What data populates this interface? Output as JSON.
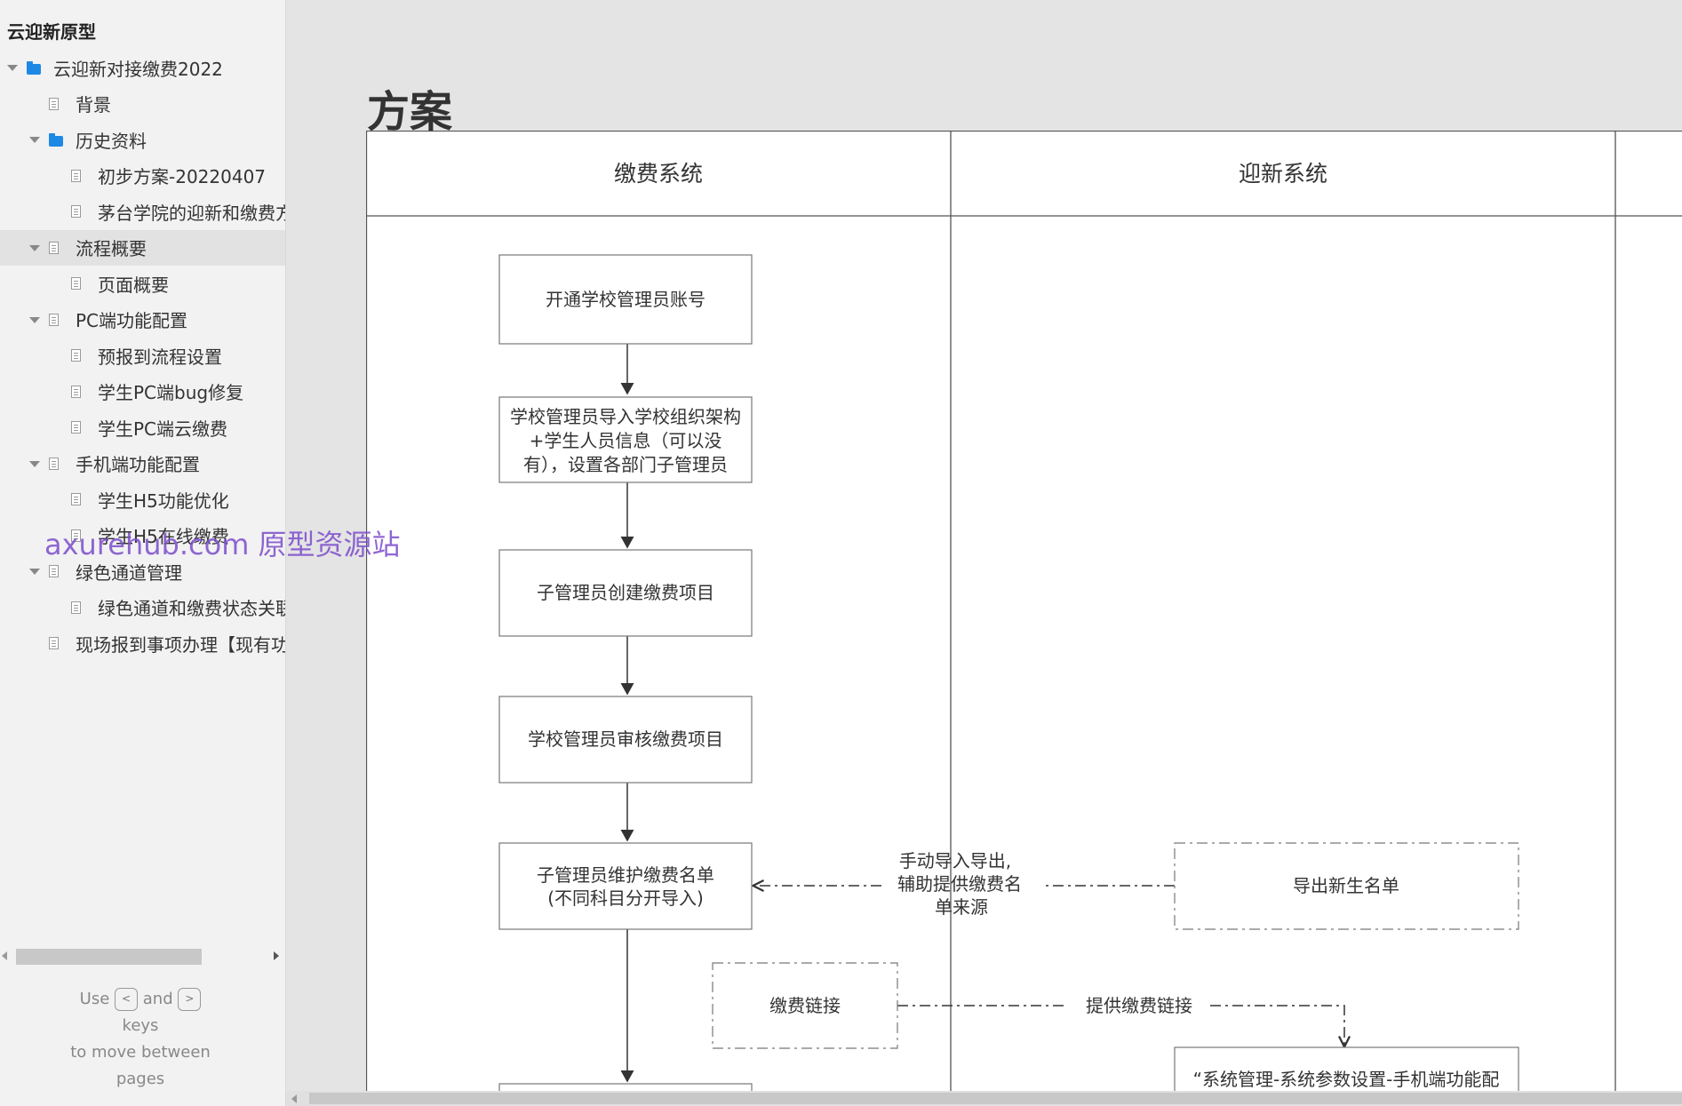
{
  "sidebar": {
    "project_title": "云迎新原型",
    "tree": [
      {
        "label": "云迎新对接缴费2022",
        "type": "folder",
        "level": 0,
        "expanded": true
      },
      {
        "label": "背景",
        "type": "page",
        "level": 1,
        "expanded": false
      },
      {
        "label": "历史资料",
        "type": "folder",
        "level": 1,
        "expanded": true
      },
      {
        "label": "初步方案-20220407",
        "type": "page",
        "level": 2,
        "expanded": false
      },
      {
        "label": "茅台学院的迎新和缴费方案",
        "type": "page",
        "level": 2,
        "expanded": false
      },
      {
        "label": "流程概要",
        "type": "page",
        "level": 1,
        "expanded": true,
        "selected": true
      },
      {
        "label": "页面概要",
        "type": "page",
        "level": 2,
        "expanded": false
      },
      {
        "label": "PC端功能配置",
        "type": "page",
        "level": 1,
        "expanded": true
      },
      {
        "label": "预报到流程设置",
        "type": "page",
        "level": 2,
        "expanded": false
      },
      {
        "label": "学生PC端bug修复",
        "type": "page",
        "level": 2,
        "expanded": false
      },
      {
        "label": "学生PC端云缴费",
        "type": "page",
        "level": 2,
        "expanded": false
      },
      {
        "label": "手机端功能配置",
        "type": "page",
        "level": 1,
        "expanded": true
      },
      {
        "label": "学生H5功能优化",
        "type": "page",
        "level": 2,
        "expanded": false
      },
      {
        "label": "学生H5在线缴费",
        "type": "page",
        "level": 2,
        "expanded": false
      },
      {
        "label": "绿色通道管理",
        "type": "page",
        "level": 1,
        "expanded": true
      },
      {
        "label": "绿色通道和缴费状态关联",
        "type": "page",
        "level": 2,
        "expanded": false
      },
      {
        "label": "现场报到事项办理【现有功能】",
        "type": "page",
        "level": 1,
        "expanded": false
      }
    ],
    "hint": {
      "use": "Use",
      "key_prev": "<",
      "and": "and",
      "key_next": ">",
      "keys": "keys",
      "move": "to move between",
      "pages": "pages"
    }
  },
  "watermark": "axurehub.com 原型资源站",
  "main": {
    "page_title": "方案",
    "lanes": [
      "缴费系统",
      "迎新系统"
    ],
    "nodes": {
      "n1": "开通学校管理员账号",
      "n2": [
        "学校管理员导入学校组织架构",
        "+学生人员信息（可以没",
        "有），设置各部门子管理员"
      ],
      "n3": "子管理员创建缴费项目",
      "n4": "学校管理员审核缴费项目",
      "n5": [
        "子管理员维护缴费名单",
        "(不同科目分开导入)"
      ],
      "n6": "导出新生名单",
      "n7": "缴费链接",
      "n8": "“系统管理-系统参数设置-手机端功能配"
    },
    "edge_labels": {
      "e1": [
        "手动导入导出,",
        "辅助提供缴费名",
        "单来源"
      ],
      "e2": "提供缴费链接"
    }
  }
}
